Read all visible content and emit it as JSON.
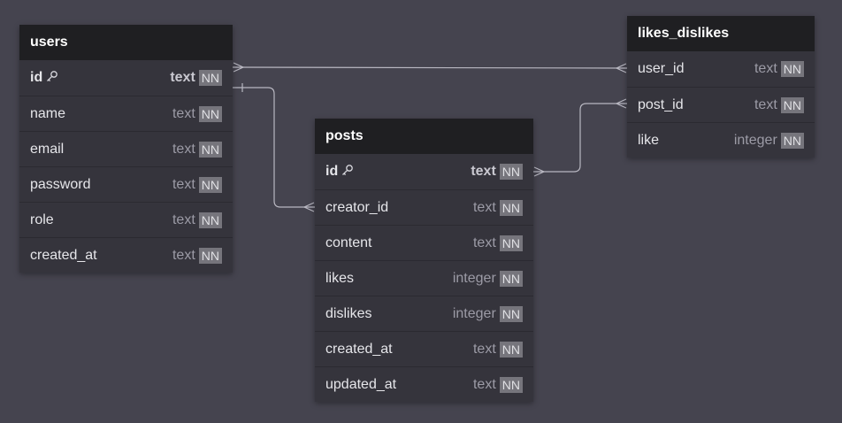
{
  "tables": {
    "users": {
      "title": "users",
      "rows": [
        {
          "name": "id",
          "type": "text",
          "nn": "NN",
          "pk": true
        },
        {
          "name": "name",
          "type": "text",
          "nn": "NN"
        },
        {
          "name": "email",
          "type": "text",
          "nn": "NN"
        },
        {
          "name": "password",
          "type": "text",
          "nn": "NN"
        },
        {
          "name": "role",
          "type": "text",
          "nn": "NN"
        },
        {
          "name": "created_at",
          "type": "text",
          "nn": "NN"
        }
      ]
    },
    "posts": {
      "title": "posts",
      "rows": [
        {
          "name": "id",
          "type": "text",
          "nn": "NN",
          "pk": true
        },
        {
          "name": "creator_id",
          "type": "text",
          "nn": "NN"
        },
        {
          "name": "content",
          "type": "text",
          "nn": "NN"
        },
        {
          "name": "likes",
          "type": "integer",
          "nn": "NN"
        },
        {
          "name": "dislikes",
          "type": "integer",
          "nn": "NN"
        },
        {
          "name": "created_at",
          "type": "text",
          "nn": "NN"
        },
        {
          "name": "updated_at",
          "type": "text",
          "nn": "NN"
        }
      ]
    },
    "likes_dislikes": {
      "title": "likes_dislikes",
      "rows": [
        {
          "name": "user_id",
          "type": "text",
          "nn": "NN"
        },
        {
          "name": "post_id",
          "type": "text",
          "nn": "NN"
        },
        {
          "name": "like",
          "type": "integer",
          "nn": "NN"
        }
      ]
    }
  },
  "relations": [
    {
      "from": "users.id",
      "to": "likes_dislikes.user_id",
      "from_end": "many",
      "to_end": "many"
    },
    {
      "from": "users.id",
      "to": "posts.creator_id",
      "from_end": "one",
      "to_end": "many"
    },
    {
      "from": "posts.id",
      "to": "likes_dislikes.post_id",
      "from_end": "many",
      "to_end": "many"
    }
  ],
  "colors": {
    "background": "#45444f",
    "header": "#1f1f22",
    "body": "#35343c",
    "connector": "#b9b8c2",
    "badge": "#76757c"
  },
  "icons": {
    "primary_key": "key-icon"
  }
}
